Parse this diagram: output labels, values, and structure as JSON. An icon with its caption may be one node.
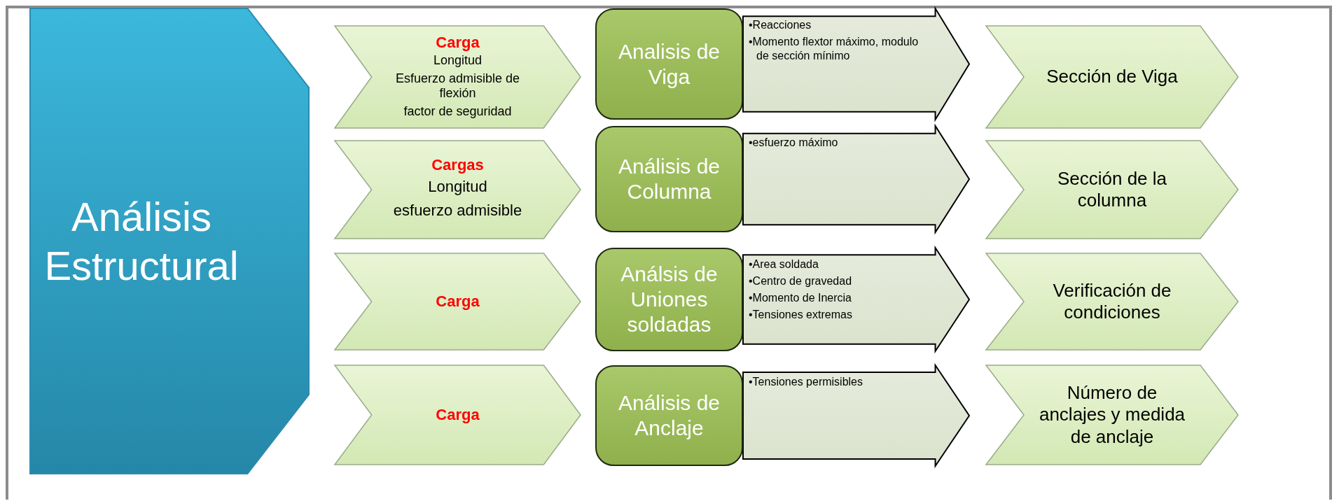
{
  "diagram": {
    "nodes": [
      {
        "text": [
          "Análisis Estructural"
        ]
      },
      {
        "text": [
          "Carga",
          "Longitud",
          "Esfuerzo admisible de flexión",
          "factor de seguridad"
        ]
      },
      {
        "text": [
          "Analisis de Viga"
        ]
      },
      {
        "text": [
          "•Reacciones",
          "•Momento flextor máximo, modulo de sección mínimo"
        ]
      },
      {
        "text": [
          "Sección de Viga"
        ]
      },
      {
        "text": [
          "Cargas",
          "Longitud",
          "esfuerzo admisible"
        ]
      },
      {
        "text": [
          "Análisis de Columna"
        ]
      },
      {
        "text": [
          "•esfuerzo máximo"
        ]
      },
      {
        "text": [
          "Sección de la columna"
        ]
      },
      {
        "text": [
          "Carga"
        ]
      },
      {
        "text": [
          "Análsis de Uniones soldadas"
        ]
      },
      {
        "text": [
          "•Area soldada",
          "•Centro de gravedad",
          "•Momento de Inercia",
          "•Tensiones extremas"
        ]
      },
      {
        "text": [
          "Verificación de condiciones"
        ]
      },
      {
        "text": [
          "Carga"
        ]
      },
      {
        "text": [
          "Análisis de Anclaje"
        ]
      },
      {
        "text": [
          "•Tensiones permisibles"
        ]
      },
      {
        "text": [
          "Número de anclajes y medida de anclaje"
        ]
      }
    ]
  }
}
